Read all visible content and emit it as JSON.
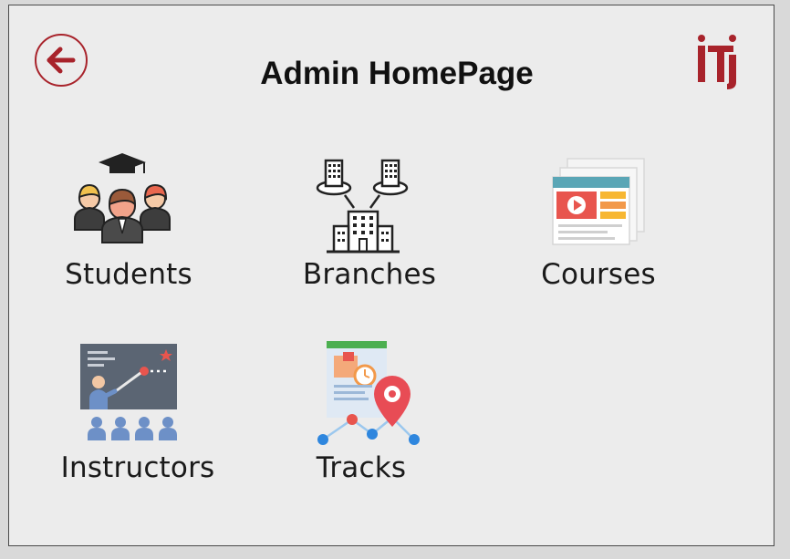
{
  "header": {
    "title": "Admin HomePage",
    "back_icon": "arrow-left-icon",
    "logo_icon": "iti-logo-icon",
    "accent_color": "#a8232b"
  },
  "tiles": [
    {
      "label": "Students",
      "icon": "students-group-icon"
    },
    {
      "label": "Branches",
      "icon": "branches-network-icon"
    },
    {
      "label": "Courses",
      "icon": "courses-video-icon"
    },
    {
      "label": "Instructors",
      "icon": "instructor-presentation-icon"
    },
    {
      "label": "Tracks",
      "icon": "tracks-location-icon"
    }
  ]
}
